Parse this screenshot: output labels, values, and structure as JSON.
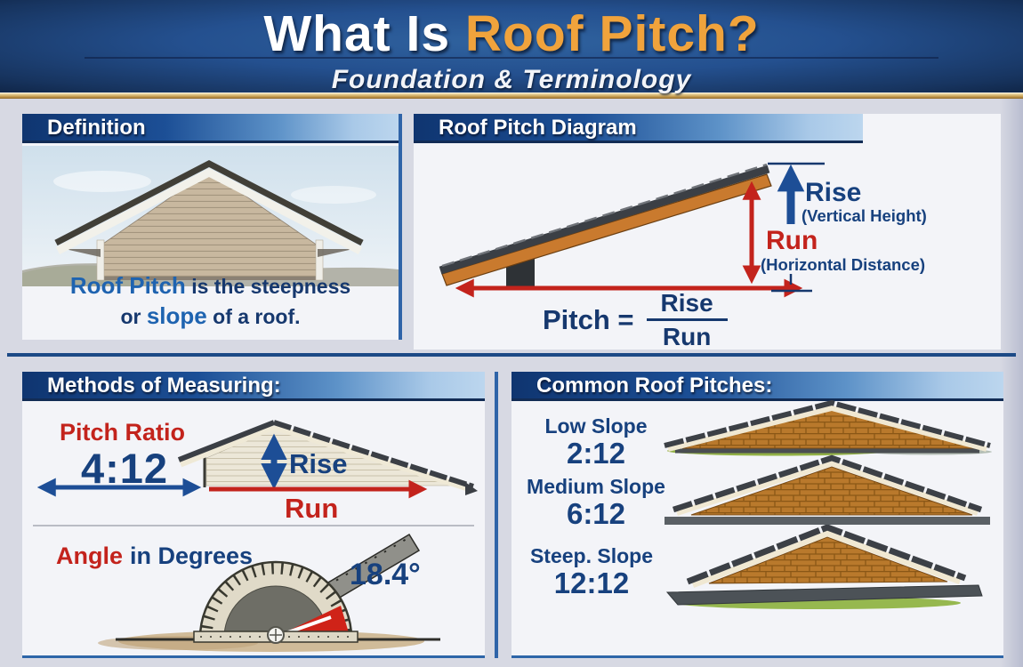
{
  "colors": {
    "header_blue_dark": "#16335f",
    "header_blue_mid": "#24508f",
    "accent_orange": "#f0a33c",
    "gold_rule": "#c49b4e",
    "panel_bar_navy": "#0f3570",
    "navy_text": "#16386e",
    "blue_text": "#1e63b0",
    "red_text": "#c3231c",
    "panel_bg": "#f3f4f8",
    "page_bg": "#d7d9e3"
  },
  "header": {
    "title_part1": "What Is ",
    "title_part2": "Roof Pitch?",
    "subtitle": "Foundation & Terminology"
  },
  "definition": {
    "title": "Definition",
    "line1_strong": "Roof Pitch",
    "line1_rest": " is the steepness",
    "line2_pre": "or ",
    "line2_strong": "slope",
    "line2_rest": " of a roof."
  },
  "diagram": {
    "title": "Roof Pitch Diagram",
    "rise_label": "Rise",
    "rise_sub": "(Vertical Height)",
    "run_label": "Run",
    "run_sub": "(Horizontal Distance)",
    "formula_lhs": "Pitch =",
    "formula_numerator": "Rise",
    "formula_denominator": "Run"
  },
  "methods": {
    "title": "Methods of Measuring:",
    "ratio_label": "Pitch Ratio",
    "ratio_value": "4:12",
    "rise_label": "Rise",
    "run_label": "Run",
    "angle_word": "Angle",
    "angle_rest": "in Degrees",
    "angle_value": "18.4°"
  },
  "common": {
    "title": "Common Roof Pitches:",
    "items": [
      {
        "label": "Low Slope",
        "ratio": "2:12"
      },
      {
        "label": "Medium Slope",
        "ratio": "6:12"
      },
      {
        "label": "Steep. Slope",
        "ratio": "12:12"
      }
    ]
  }
}
